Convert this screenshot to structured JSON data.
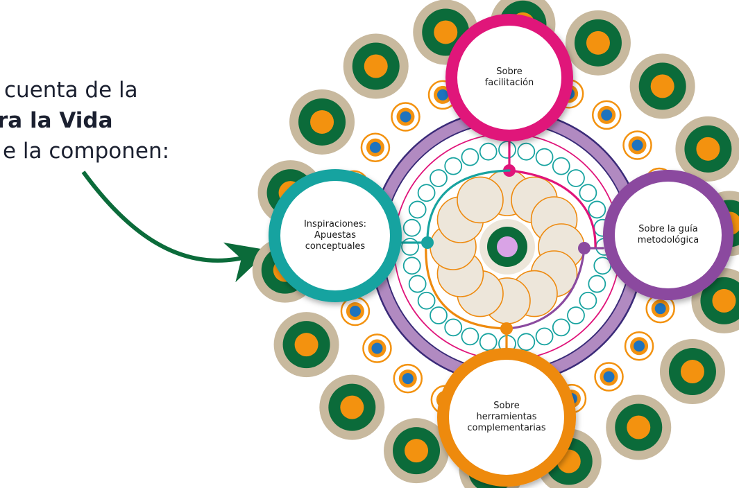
{
  "intro": {
    "line1": "cuenta de la",
    "line2": "ra la Vida",
    "line3": "e la componen:"
  },
  "sections": [
    {
      "label": "Sobre\nfacilitación",
      "color": "#E0147A"
    },
    {
      "label": "Sobre la guía\nmetodológica",
      "color": "#8B4A9F"
    },
    {
      "label": "Sobre\nherramientas\ncomplementarias",
      "color": "#EE8A0E"
    },
    {
      "label": "Inspiraciones:\nApuestas\nconceptuales",
      "color": "#18A3A0"
    }
  ],
  "colors": {
    "dark_green": "#0B6B3A",
    "orange": "#F3920F",
    "tan": "#C8B99E",
    "blue": "#1E73BE",
    "cream": "#EDE6DA",
    "lilac": "#D9A3E6",
    "purple_ring": "#B18AC1",
    "navy_ring": "#3A2A78",
    "magenta": "#E0147A",
    "teal": "#18A3A0",
    "orange_line": "#EE8A0E",
    "purple": "#8B4A9F"
  }
}
